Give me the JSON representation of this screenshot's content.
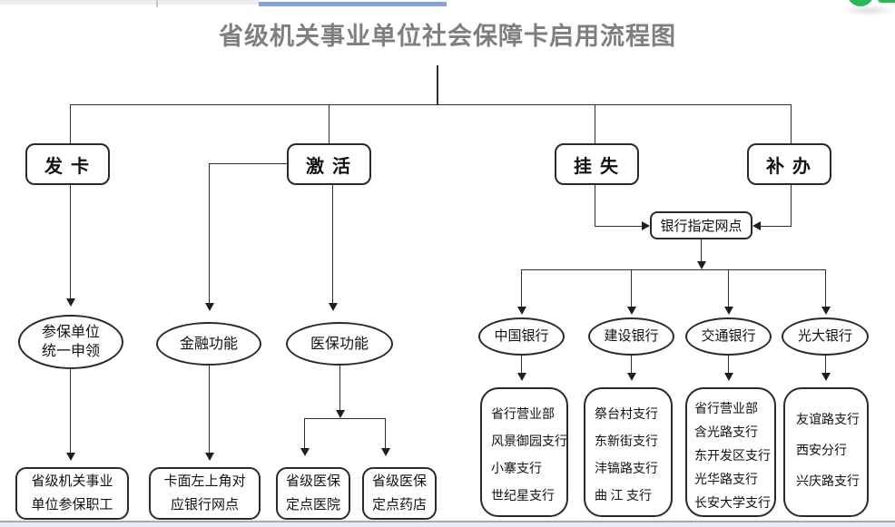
{
  "title": "省级机关事业单位社会保障卡启用流程图",
  "flow": {
    "issue": "发 卡",
    "activate": "激 活",
    "report_loss": "挂 失",
    "replace": "补 办",
    "apply_ellipse": {
      "line1": "参保单位",
      "line2": "统一申领"
    },
    "finance_ellipse": "金融功能",
    "medical_ellipse": "医保功能",
    "bank_network": "银行指定网点",
    "staff_box": {
      "line1": "省级机关事业",
      "line2": "单位参保职工"
    },
    "card_corner_box": {
      "line1": "卡面左上角对",
      "line2": "应银行网点"
    },
    "hospital_box": {
      "line1": "省级医保",
      "line2": "定点医院"
    },
    "pharmacy_box": {
      "line1": "省级医保",
      "line2": "定点药店"
    },
    "banks": [
      {
        "name": "中国银行",
        "branches": [
          "省行营业部",
          "风景御园支行",
          "小寨支行",
          "世纪星支行"
        ]
      },
      {
        "name": "建设银行",
        "branches": [
          "祭台村支行",
          "东新街支行",
          "沣镐路支行",
          "曲 江 支行"
        ]
      },
      {
        "name": "交通银行",
        "branches": [
          "省行营业部",
          "含光路支行",
          "东开发区支行",
          "光华路支行",
          "长安大学支行"
        ]
      },
      {
        "name": "光大银行",
        "branches": [
          "友谊路支行",
          "西安分行",
          "兴庆路支行"
        ]
      }
    ]
  },
  "colors": {
    "accent_blue": "#85a3d4",
    "widget_green": "#2bb755",
    "line": "#2f2f2f"
  }
}
